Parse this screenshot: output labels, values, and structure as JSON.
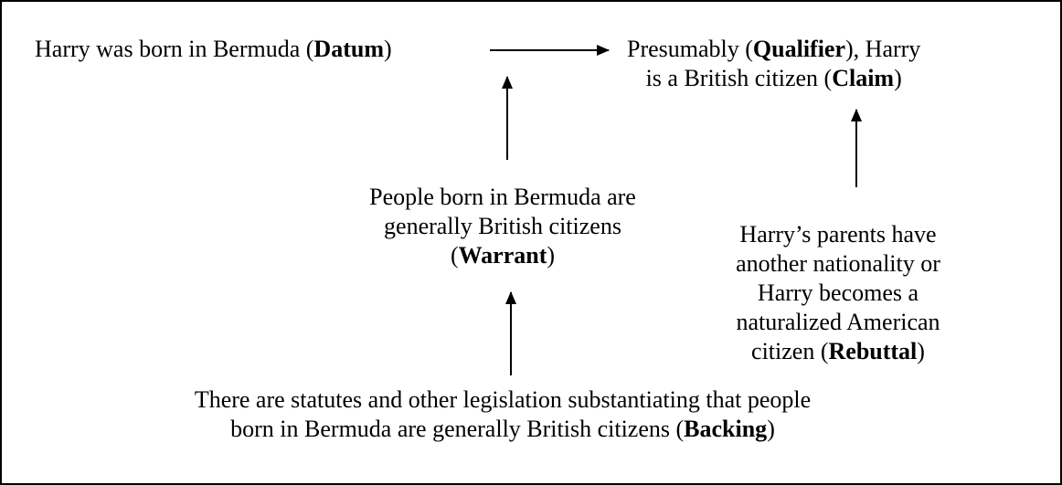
{
  "nodes": {
    "datum": {
      "text": "Harry was born in Bermuda (",
      "role": "Datum",
      "close": ")"
    },
    "claim": {
      "line1_pre": "Presumably (",
      "line1_role": "Qualifier",
      "line1_post": "), Harry",
      "line2_pre": "is a British citizen (",
      "line2_role": "Claim",
      "line2_post": ")"
    },
    "warrant": {
      "line1": "People born in Bermuda are",
      "line2": "generally British citizens",
      "open": "(",
      "role": "Warrant",
      "close": ")"
    },
    "rebuttal": {
      "line1": "Harry’s parents have",
      "line2": "another nationality or",
      "line3": "Harry becomes a",
      "line4": "naturalized American",
      "line5_pre": "citizen (",
      "line5_role": "Rebuttal",
      "line5_post": ")"
    },
    "backing": {
      "line1": "There are statutes and other legislation substantiating that people",
      "line2_pre": "born in Bermuda are generally British citizens (",
      "line2_role": "Backing",
      "line2_post": ")"
    }
  },
  "colors": {
    "ink": "#000000",
    "background": "#ffffff"
  }
}
